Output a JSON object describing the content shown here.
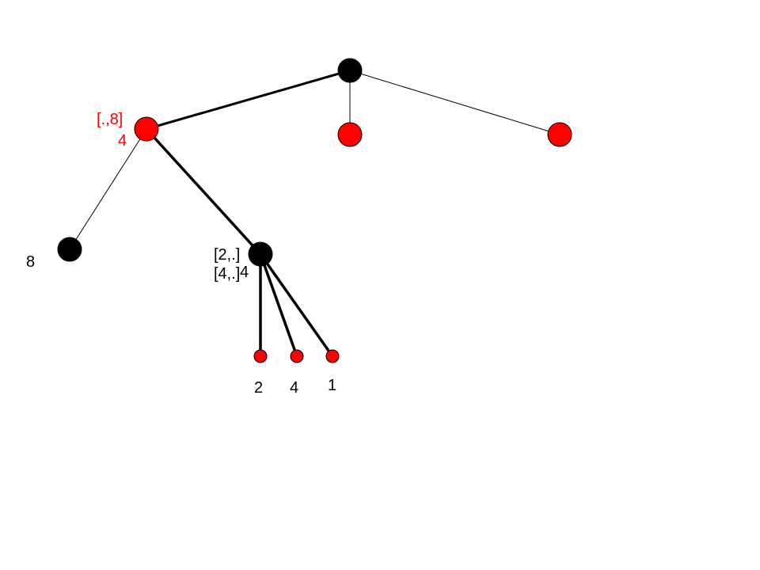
{
  "colors": {
    "background": "#ffffff",
    "edge": "#000000",
    "node_black": "#000000",
    "node_red": "#ff0000",
    "label_black": "#000000",
    "label_red": "#ff0000"
  },
  "labels": {
    "node_a_range": "[.,8]",
    "node_a_value": "4",
    "leaf_left_value": "8",
    "node_b_range_1": "[2,.]",
    "node_b_range_2": "[4,.]",
    "node_b_value": "4",
    "leaf_1_value": "2",
    "leaf_2_value": "4",
    "leaf_3_value": "1"
  }
}
